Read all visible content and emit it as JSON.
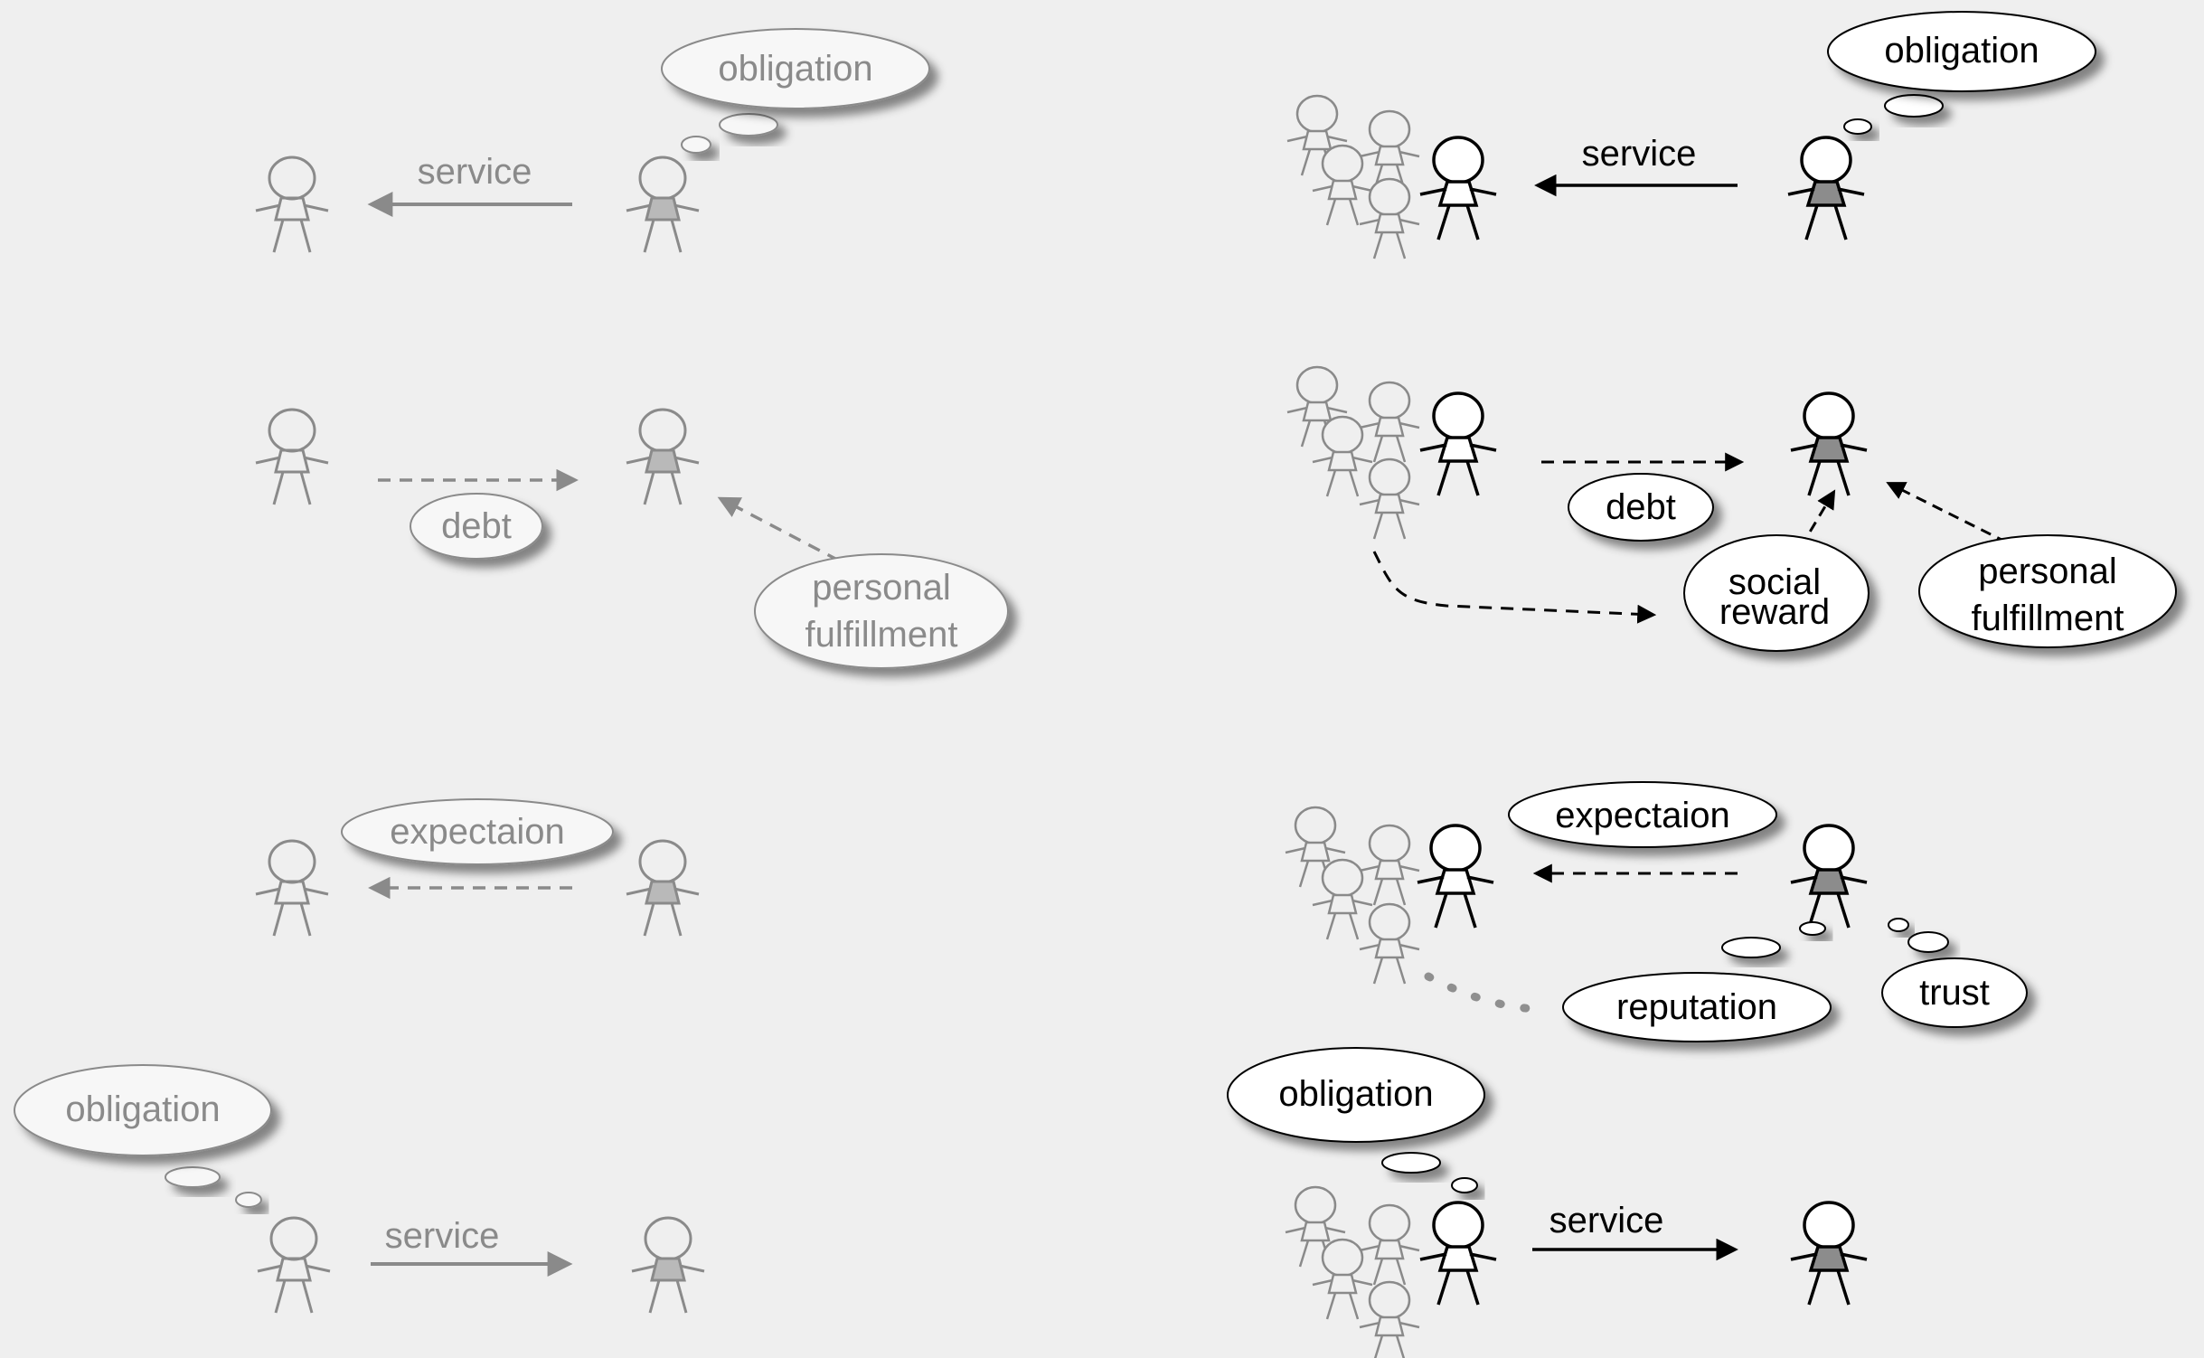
{
  "colors": {
    "background": "#efefef",
    "faded_stroke": "#8a8a8a",
    "faded_body_fill": "#b9b9b9",
    "faded_cloud_fill": "#f7f7f7",
    "active_stroke": "#000000",
    "active_body_fill": "#8c8c8c",
    "active_cloud_fill": "#ffffff",
    "reputation_dots": "#8f8f8f"
  },
  "left_column": {
    "scenario_1": {
      "thought": "obligation",
      "arrow_label": "service"
    },
    "scenario_2": {
      "arrow_label": "debt",
      "cloud": "personal fulfillment",
      "cloud_line1": "personal",
      "cloud_line2": "fulfillment"
    },
    "scenario_3": {
      "arrow_label": "expectaion"
    },
    "scenario_4": {
      "thought": "obligation",
      "arrow_label": "service"
    }
  },
  "right_column": {
    "scenario_1": {
      "thought": "obligation",
      "arrow_label": "service"
    },
    "scenario_2": {
      "arrow_label": "debt",
      "social_reward_line1": "social",
      "social_reward_line2": "reward",
      "fulfillment_line1": "personal",
      "fulfillment_line2": "fulfillment"
    },
    "scenario_3": {
      "arrow_label": "expectaion",
      "reputation": "reputation",
      "trust": "trust"
    },
    "scenario_4": {
      "thought": "obligation",
      "arrow_label": "service"
    }
  }
}
